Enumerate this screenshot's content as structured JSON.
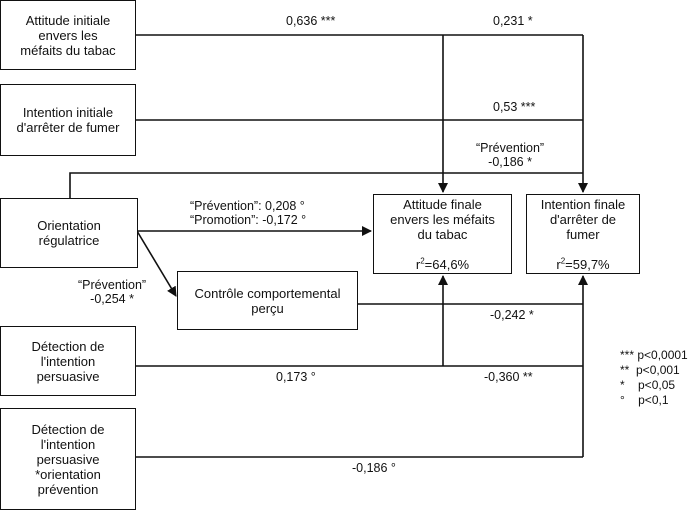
{
  "boxes": {
    "attitude_initiale": "Attitude initiale\nenvers les\nméfaits du tabac",
    "intention_initiale": "Intention initiale\nd'arrêter de fumer",
    "orientation": "Orientation\nrégulatrice",
    "detection": "Détection de\nl'intention\npersuasive",
    "detection_orientation": "Détection de\nl'intention\npersuasive\n*orientation\nprévention",
    "controle": "Contrôle comportemental\nperçu",
    "attitude_finale_text": "Attitude finale\nenvers les méfaits\ndu tabac",
    "attitude_finale_r_prefix": "r",
    "attitude_finale_r_exp": "2",
    "attitude_finale_r_value": "=64,6%",
    "intention_finale_text": "Intention finale\nd'arrêter de\nfumer",
    "intention_finale_r_prefix": "r",
    "intention_finale_r_exp": "2",
    "intention_finale_r_value": "=59,7%"
  },
  "paths": {
    "p1": "0,636 ***",
    "p2": "0,231 *",
    "p3": "0,53 ***",
    "p4": "“Prévention”\n-0,186 *",
    "p5a": "“Prévention”: 0,208 °",
    "p5b": "“Promotion”: -0,172 °",
    "p6": "“Prévention”\n-0,254 *",
    "p7": "-0,242 *",
    "p8": "0,173 °",
    "p9": "-0,360 **",
    "p10": "-0,186 °"
  },
  "legend": [
    "*** p<0,0001",
    "**  p<0,001",
    "*    p<0,05",
    "°    p<0,1"
  ]
}
